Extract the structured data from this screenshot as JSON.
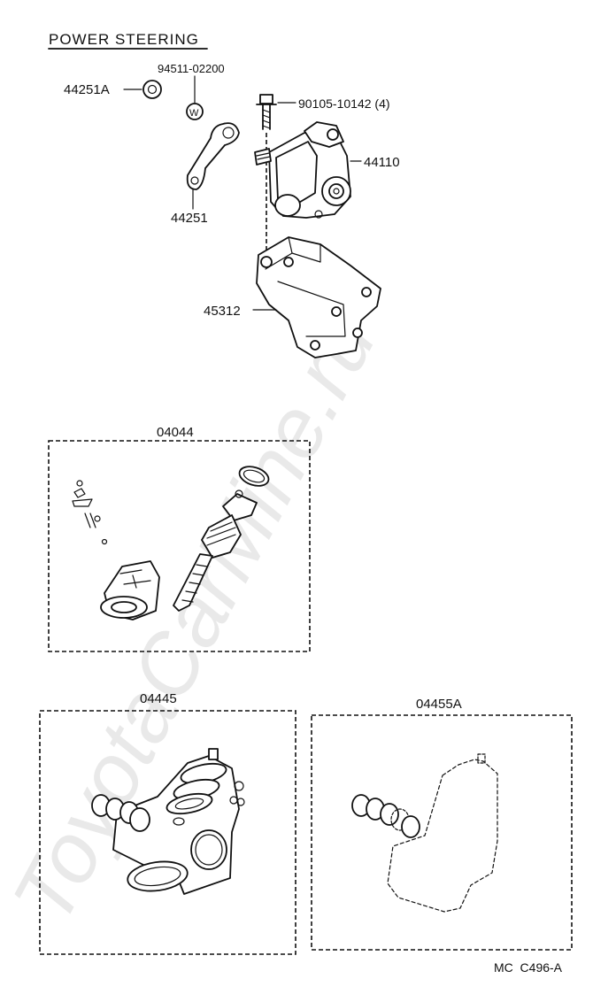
{
  "title": "POWER STEERING",
  "parts": {
    "nut_44251a": "44251A",
    "washer_94511": "94511-02200",
    "washer_symbol": "W",
    "pitman_arm": "44251",
    "bolt_90105": "90105-10142 (4)",
    "gear_housing": "44110",
    "bracket": "45312",
    "kit_04044": "04044",
    "kit_04445": "04445",
    "kit_04455a": "04455A"
  },
  "footer": "MC  C496-A",
  "watermark": "ToyotaCarMine.ru"
}
